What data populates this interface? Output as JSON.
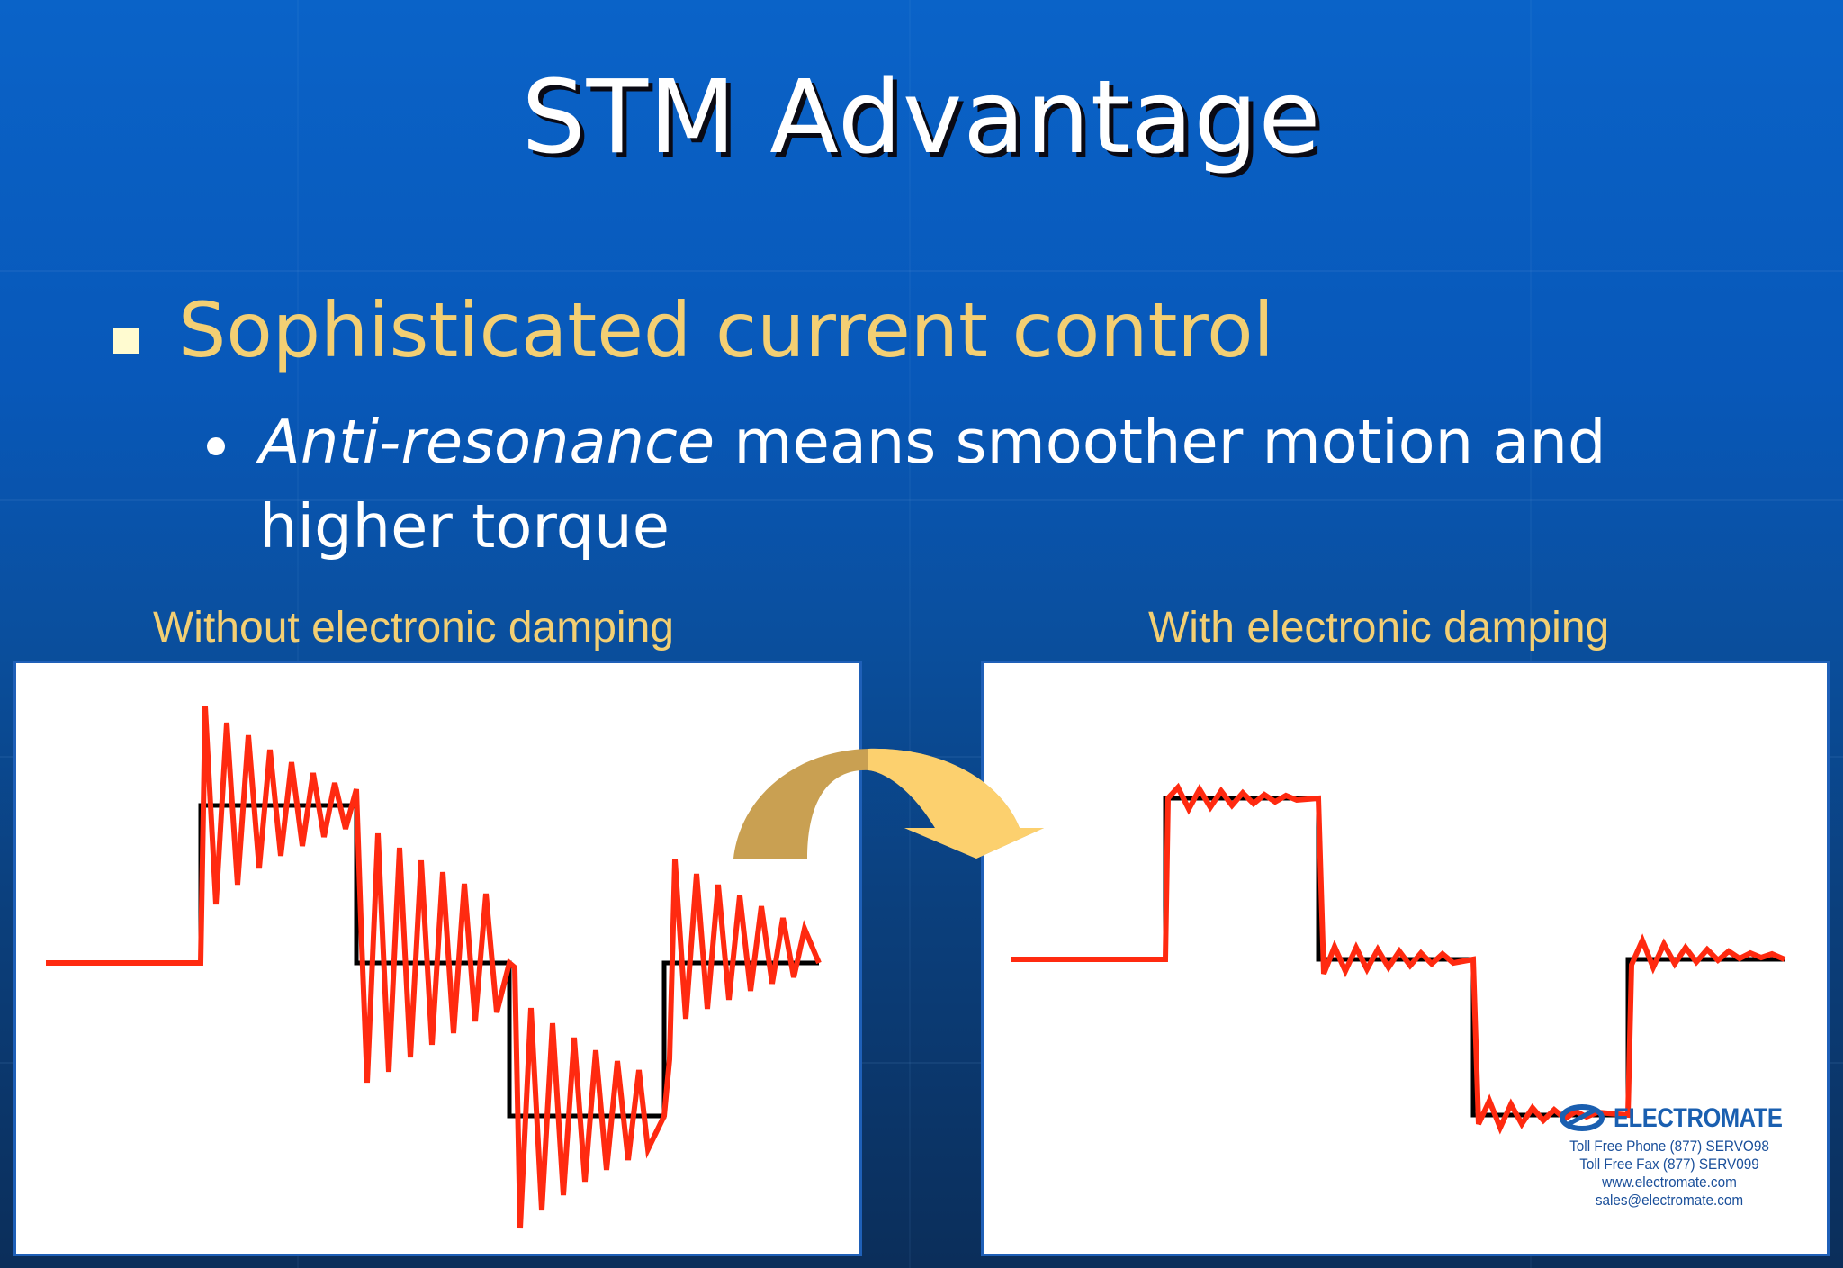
{
  "title": "STM Advantage",
  "bullet": "Sophisticated current control",
  "sub_bullet": {
    "emphasis": "Anti-resonance",
    "line1_rest": " means smoother motion and",
    "line2": "higher torque"
  },
  "panels": {
    "left_caption": "Without electronic damping",
    "right_caption": "With electronic damping"
  },
  "logo": {
    "name": "ELECTROMATE",
    "phone": "Toll Free Phone  (877) SERVO98",
    "fax": "Toll Free Fax  (877) SERV099",
    "web": "www.electromate.com",
    "email": "sales@electromate.com"
  },
  "colors": {
    "background": "#0a5bbf",
    "accent_text": "#f3cf73",
    "signal_red": "#ff2a10",
    "step_black": "#000000",
    "arrow_dark": "#c9a052",
    "arrow_light": "#fcd06e"
  }
}
